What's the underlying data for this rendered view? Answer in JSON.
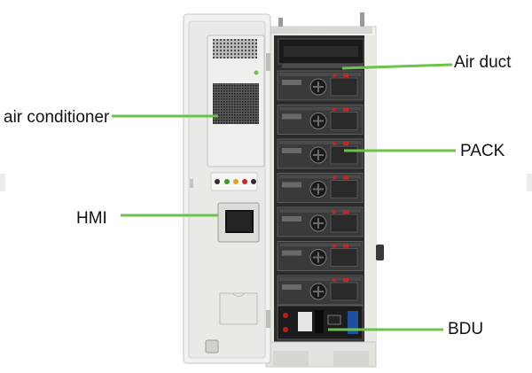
{
  "labels": {
    "air_conditioner": "air conditioner",
    "hmi": "HMI",
    "air_duct": "Air duct",
    "pack": "PACK",
    "bdu": "BDU"
  },
  "colors": {
    "callout_line": "#6cc24a",
    "cabinet_body": "#eeeeec",
    "rack_interior": "#2c2c2c",
    "battery_module": "#3a3a3a",
    "background": "#ffffff"
  },
  "counts": {
    "pack_modules": 7
  }
}
